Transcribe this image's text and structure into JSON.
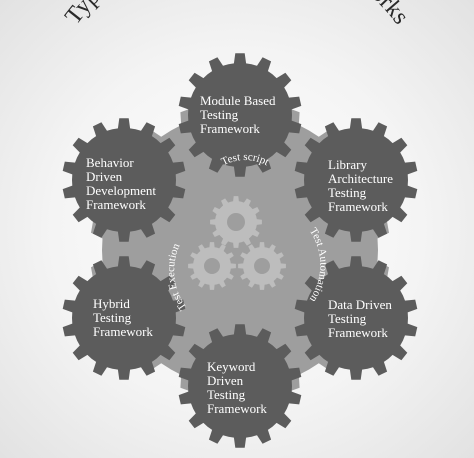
{
  "title": "Types of Test Automation Frameworks",
  "center": {
    "top_label": "Test script",
    "right_label": "Test Automation",
    "left_label": "Test Execution"
  },
  "frameworks": {
    "module": "Module Based\nTesting\nFramework",
    "library": "Library\nArchitecture\nTesting\nFramework",
    "data": "Data Driven\nTesting\nFramework",
    "keyword": "Keyword\nDriven\nTesting\nFramework",
    "hybrid": "Hybrid\nTesting\nFramework",
    "behavior": "Behavior\nDriven\nDevelopment\nFramework"
  },
  "colors": {
    "gear_dark": "#5c5c5c",
    "gear_light": "#bdbdbd",
    "hub": "#9e9e9e",
    "title": "#2a2a2a"
  }
}
